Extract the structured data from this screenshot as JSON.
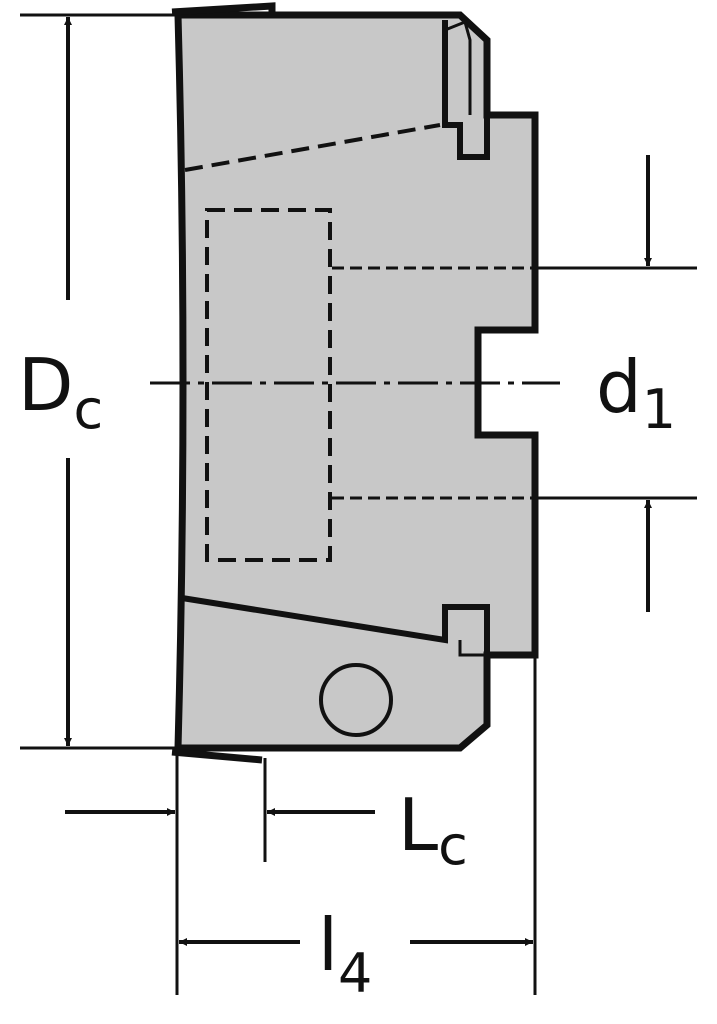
{
  "diagram": {
    "colors": {
      "body_fill": "#c8c8c8",
      "line": "#111111"
    },
    "labels": {
      "dc": {
        "main": "D",
        "sub": "c"
      },
      "d1": {
        "main": "d",
        "sub": "1"
      },
      "lc": {
        "main": "L",
        "sub": "c"
      },
      "l4": {
        "main": "l",
        "sub": "4"
      }
    }
  }
}
